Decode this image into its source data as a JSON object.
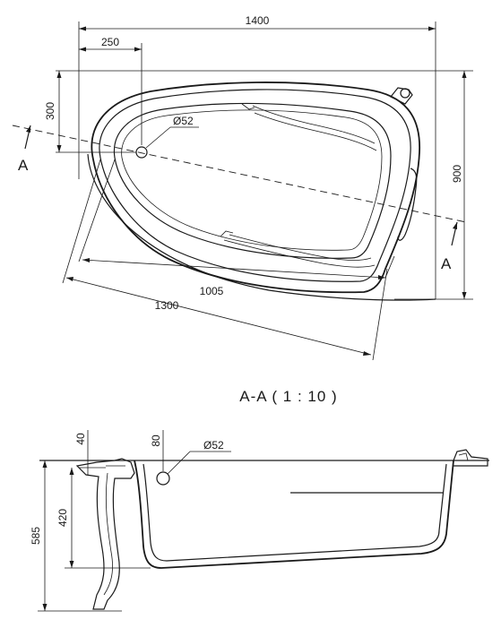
{
  "plan_view": {
    "dim_length": "1400",
    "dim_drain_offset": "250",
    "dim_drain_depth": "300",
    "dim_width": "900",
    "dim_inner_length": "1005",
    "dim_outer_length": "1300",
    "drain_label": "Ø52",
    "section_mark_left": "A",
    "section_mark_right": "A"
  },
  "section_view": {
    "title": "A-A ( 1 : 10 )",
    "dim_rim": "40",
    "dim_drain_height": "80",
    "drain_label": "Ø52",
    "dim_inner_depth": "420",
    "dim_total_height": "585"
  }
}
